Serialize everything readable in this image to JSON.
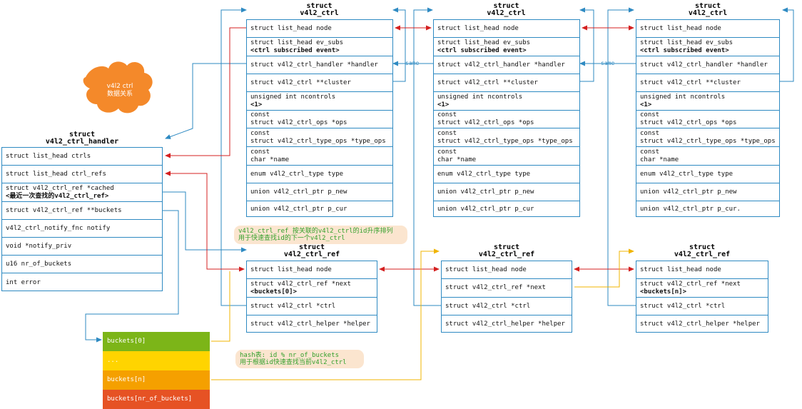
{
  "ctrl_title": [
    "struct",
    "v4l2_ctrl"
  ],
  "handler_title": [
    "struct",
    "v4l2_ctrl_handler"
  ],
  "ref_title": [
    "struct",
    "v4l2_ctrl_ref"
  ],
  "ctrls": [
    {
      "rows": [
        [
          "struct list_head node"
        ],
        [
          "struct list_head ev_subs",
          "<ctrl subscribed event>"
        ],
        [
          "struct v4l2_ctrl_handler *handler"
        ],
        [
          "struct v4l2_ctrl **cluster"
        ],
        [
          "unsigned int ncontrols",
          "<1>"
        ],
        [
          "const",
          "struct v4l2_ctrl_ops *ops"
        ],
        [
          "const",
          "struct v4l2_ctrl_type_ops *type_ops"
        ],
        [
          "const",
          "char *name"
        ],
        [
          "enum v4l2_ctrl_type type"
        ],
        [
          "union v4l2_ctrl_ptr p_new"
        ],
        [
          "union v4l2_ctrl_ptr p_cur"
        ]
      ]
    },
    {
      "rows": [
        [
          "struct list_head node"
        ],
        [
          "struct list_head ev_subs",
          "<ctrl subscribed event>"
        ],
        [
          "struct v4l2_ctrl_handler *handler"
        ],
        [
          "struct v4l2_ctrl **cluster"
        ],
        [
          "unsigned int ncontrols",
          "<1>"
        ],
        [
          "const",
          "struct v4l2_ctrl_ops *ops"
        ],
        [
          "const",
          "struct v4l2_ctrl_type_ops *type_ops"
        ],
        [
          "const",
          "char *name"
        ],
        [
          "enum v4l2_ctrl_type type"
        ],
        [
          "union v4l2_ctrl_ptr p_new"
        ],
        [
          "union v4l2_ctrl_ptr p_cur"
        ]
      ]
    },
    {
      "rows": [
        [
          "struct list_head node"
        ],
        [
          "struct list_head ev_subs",
          "<ctrl subscribed event>"
        ],
        [
          "struct v4l2_ctrl_handler *handler"
        ],
        [
          "struct v4l2_ctrl **cluster"
        ],
        [
          "unsigned int ncontrols",
          "<1>"
        ],
        [
          "const",
          "struct v4l2_ctrl_ops *ops"
        ],
        [
          "const",
          "struct v4l2_ctrl_type_ops *type_ops"
        ],
        [
          "const",
          "char *name"
        ],
        [
          "enum v4l2_ctrl_type type"
        ],
        [
          "union v4l2_ctrl_ptr p_new"
        ],
        [
          "union v4l2_ctrl_ptr p_cur."
        ]
      ]
    }
  ],
  "handler_rows": [
    [
      "struct list_head ctrls"
    ],
    [
      "struct list_head ctrl_refs"
    ],
    [
      "struct v4l2_ctrl_ref *cached",
      "<最近一次查找的v4l2_ctrl_ref>"
    ],
    [
      "struct v4l2_ctrl_ref **buckets"
    ],
    [
      "v4l2_ctrl_notify_fnc notify"
    ],
    [
      "void *notify_priv"
    ],
    [
      "u16 nr_of_buckets"
    ],
    [
      "int error"
    ]
  ],
  "refs": [
    {
      "rows": [
        [
          "struct list_head node"
        ],
        [
          "struct v4l2_ctrl_ref *next",
          "<buckets[0]>"
        ],
        [
          "struct v4l2_ctrl *ctrl"
        ],
        [
          "struct v4l2_ctrl_helper *helper"
        ]
      ]
    },
    {
      "rows": [
        [
          "struct list_head node"
        ],
        [
          "struct v4l2_ctrl_ref *next"
        ],
        [
          "struct v4l2_ctrl *ctrl"
        ],
        [
          "struct v4l2_ctrl_helper *helper"
        ]
      ]
    },
    {
      "rows": [
        [
          "struct list_head node"
        ],
        [
          "struct v4l2_ctrl_ref *next",
          "<buckets[n]>"
        ],
        [
          "struct v4l2_ctrl *ctrl"
        ],
        [
          "struct v4l2_ctrl_helper *helper"
        ]
      ]
    }
  ],
  "buckets": [
    {
      "label": "buckets[0]",
      "color": "#7cb518"
    },
    {
      "label": "...",
      "color": "#ffd400"
    },
    {
      "label": "buckets[n]",
      "color": "#f5a000"
    },
    {
      "label": "buckets[nr_of_buckets]",
      "color": "#e65224"
    }
  ],
  "leaf_label": [
    "v4l2 ctrl",
    "数据关系"
  ],
  "note_sort": [
    "v4l2_ctrl_ref 按关联的v4l2_ctrl的id升序排列",
    "用于快速查找id的下一个v4l2_ctrl"
  ],
  "note_hash": [
    "hash表: id % nr_of_buckets",
    "用于根据id快速查找当前v4l2_ctrl"
  ],
  "same_label": "same",
  "colors": {
    "border": "#2e8ac2",
    "link_red": "#d42020",
    "link_yellow": "#f0b400",
    "note_bg": "#fbe5cf",
    "note_text": "#33a02c",
    "leaf": "#f4892a"
  }
}
